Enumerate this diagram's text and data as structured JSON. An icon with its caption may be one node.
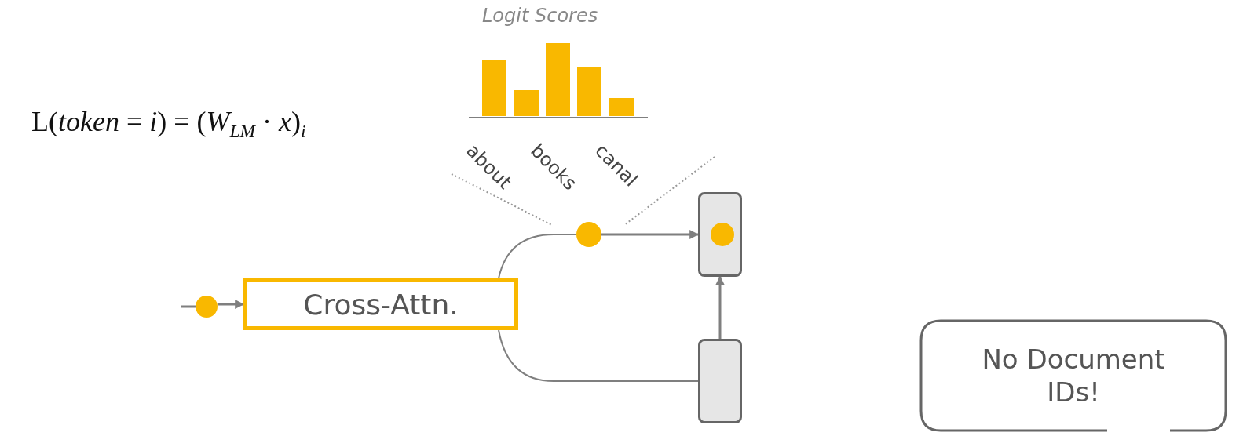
{
  "diagram": {
    "nodes": [
      {
        "text": [],
        "shape": "circle"
      },
      {
        "text": [
          "Cross-Attn."
        ]
      },
      {
        "text": [],
        "shape": "circle"
      },
      {
        "text": [],
        "shape": "box"
      },
      {
        "text": [],
        "shape": "circle",
        "in": 3
      },
      {
        "text": [],
        "shape": "box"
      },
      {
        "text": [
          "No Document IDs!"
        ]
      }
    ],
    "edges": [
      {
        "from": null,
        "to": 0,
        "arrow": "none"
      },
      {
        "from": 0,
        "to": 1,
        "arrow": "to"
      },
      {
        "from": 1,
        "to": 2,
        "arrow": "none"
      },
      {
        "from": 2,
        "to": 3,
        "arrow": "to"
      },
      {
        "from": 1,
        "to": 5,
        "arrow": "none"
      },
      {
        "from": 5,
        "to": 3,
        "arrow": "to"
      }
    ],
    "labels": [
      "Logit Scores",
      "L(*token* = *i*) = (*W*$_{LM}$ · *x*)$_{i}$",
      "about",
      "books",
      "canal"
    ]
  }
}
